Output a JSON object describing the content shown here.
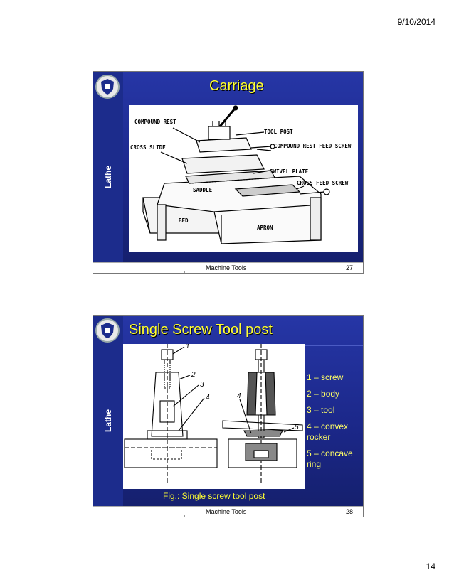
{
  "header": {
    "date": "9/10/2014"
  },
  "page": {
    "number": "14"
  },
  "slides": [
    {
      "title": "Carriage",
      "sidebar_label": "Lathe",
      "footer_title": "Machine Tools",
      "footer_number": "27",
      "figure_labels": {
        "compound_rest": "COMPOUND REST",
        "tool_post": "TOOL POST",
        "cross_slide": "CROSS SLIDE",
        "compound_rest_feed_screw": "COMPOUND REST FEED SCREW",
        "swivel_plate": "SWIVEL PLATE",
        "cross_feed_screw": "CROSS FEED SCREW",
        "saddle": "SADDLE",
        "bed": "BED",
        "apron": "APRON"
      }
    },
    {
      "title": "Single Screw Tool post",
      "sidebar_label": "Lathe",
      "footer_title": "Machine Tools",
      "footer_number": "28",
      "caption": "Fig.: Single screw tool post",
      "legend": [
        "1 – screw",
        "2 – body",
        "3 – tool",
        "4 – convex rocker",
        "5 – concave ring"
      ],
      "figure_numbers": [
        "1",
        "2",
        "3",
        "4",
        "4",
        "5"
      ]
    }
  ]
}
